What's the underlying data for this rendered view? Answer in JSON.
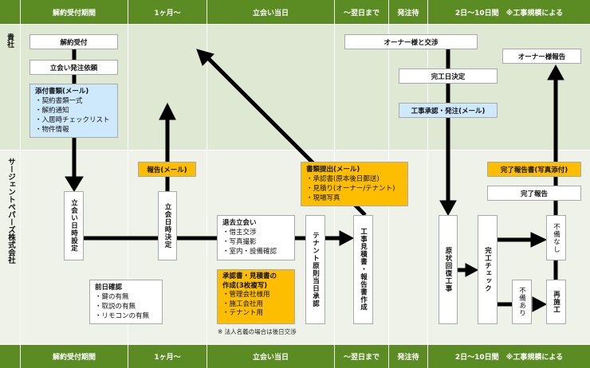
{
  "header": [
    "解約受付期間",
    "1ヶ月～",
    "立会い当日",
    "～翌日まで",
    "発注待",
    "2日～10日間　※工事規模による"
  ],
  "lanes": {
    "client": "貴社",
    "company": "サージェントペパーズ株式会社"
  },
  "colors": {
    "header": "#5b8b23",
    "lane_client": "#dfe8d2",
    "lane_company": "#eef2e8",
    "mail_box": "#cde9fb",
    "report_box": "#fdbd00"
  },
  "boxes": {
    "cancel_receipt": "解約受付",
    "inspection_order": "立会い発注依頼",
    "attachments": {
      "title": "添付書類(メール)",
      "items": [
        "・契約書類一式",
        "・解約通知",
        "・入居時チェックリスト",
        "・物件情報"
      ]
    },
    "set_datetime": "立会い日時設定",
    "report_mail": "報告(メール)",
    "datetime_decided": "立会日時決定",
    "day_before": {
      "title": "前日確認",
      "items": [
        "・鍵の有無",
        "・取説の有無",
        "・リモコンの有無"
      ]
    },
    "moveout": {
      "title": "退去立会い",
      "items": [
        "・借主交渉",
        "・写真撮影",
        "・室内・設備確認"
      ]
    },
    "approval_docs": {
      "title": "承認書・見積書の",
      "title2": "作成(3枚複写)",
      "items": [
        "・管理会社様用",
        "・施工会社用",
        "・テナント用"
      ]
    },
    "corp_note": "※ 法人名義の場合は後日交渉",
    "tenant_approval": "テナント原則当日承認",
    "doc_submit": {
      "title": "書類提出(メール)",
      "items": [
        "・承認書(原本後日郵送)",
        "・見積り(オーナー/テナント)",
        "・現場写真"
      ]
    },
    "estimate": "工事見積書・報告書作成",
    "owner_negotiation": "オーナー様と交渉",
    "completion_date": "完工日決定",
    "work_approval": "工事承認・発注(メール)",
    "restoration": "原状回復工事",
    "completion_check": "完工チェック",
    "no_defect": "不備なし",
    "defect": "不備あり",
    "rework": "再施工",
    "completion_report_doc": "完了報告書(写真添付)",
    "completion_report": "完了報告",
    "owner_report": "オーナー様報告"
  }
}
